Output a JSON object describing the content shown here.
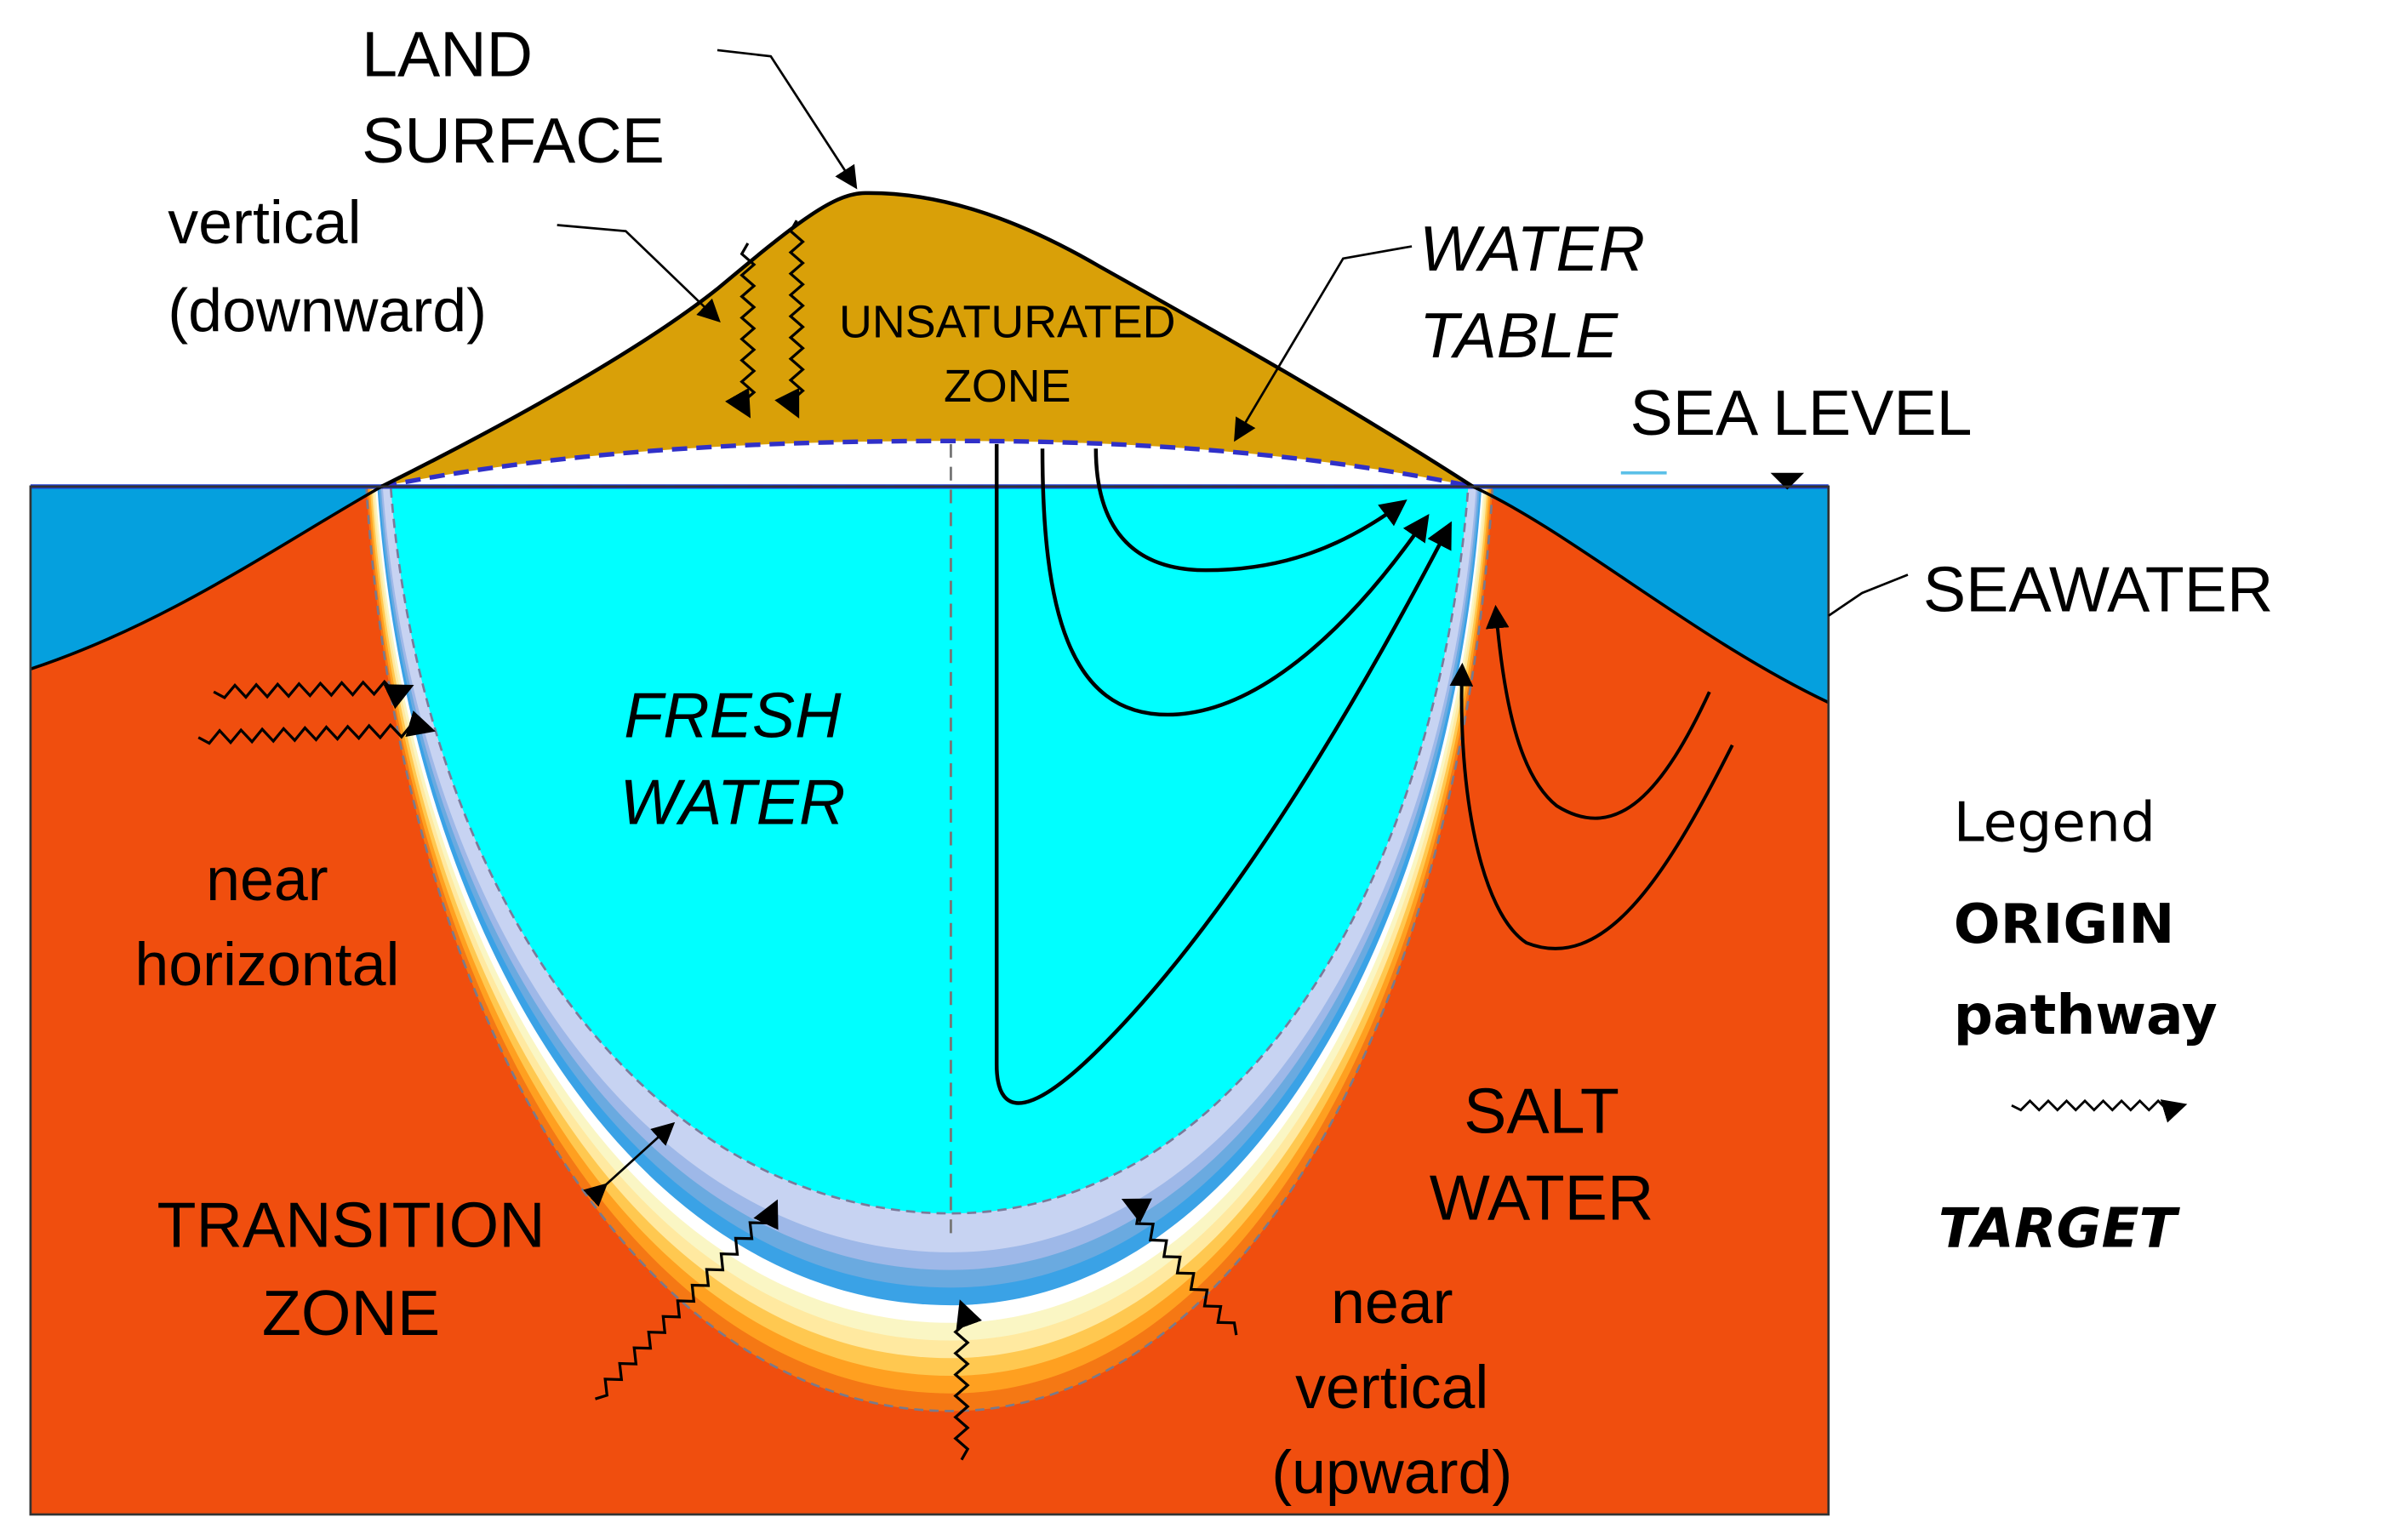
{
  "labels": {
    "land_surface": [
      "LAND",
      "SURFACE"
    ],
    "vertical_downward": [
      "vertical",
      "(downward)"
    ],
    "unsaturated_zone": [
      "UNSATURATED",
      "ZONE"
    ],
    "water_table": [
      "WATER",
      "TABLE"
    ],
    "sea_level": "SEA LEVEL",
    "seawater": "SEAWATER",
    "fresh_water": [
      "FRESH",
      "WATER"
    ],
    "near_horizontal": [
      "near",
      "horizontal"
    ],
    "transition_zone": [
      "TRANSITION",
      "ZONE"
    ],
    "salt_water": [
      "SALT",
      "WATER"
    ],
    "near_vertical_upward": [
      "near",
      "vertical",
      "(upward)"
    ]
  },
  "legend": {
    "title": "Legend",
    "origin": "ORIGIN",
    "pathway": "pathway",
    "target": "TARGET"
  },
  "colors": {
    "land": "#D9A008",
    "seawater": "#05A0DE",
    "salt_water": "#F04E0E",
    "fresh_water": "#00FFFF",
    "sea_line": "#1F3CD0",
    "water_table_dash": "#3030C8",
    "transition_blue": [
      "#3AA2E6",
      "#6AAAE0",
      "#9EB8E8",
      "#C7D3F2"
    ],
    "transition_warm": [
      "#FFFFFF",
      "#FAF6C4",
      "#FFE9A0",
      "#FFC850",
      "#FFA020",
      "#F57814"
    ]
  }
}
